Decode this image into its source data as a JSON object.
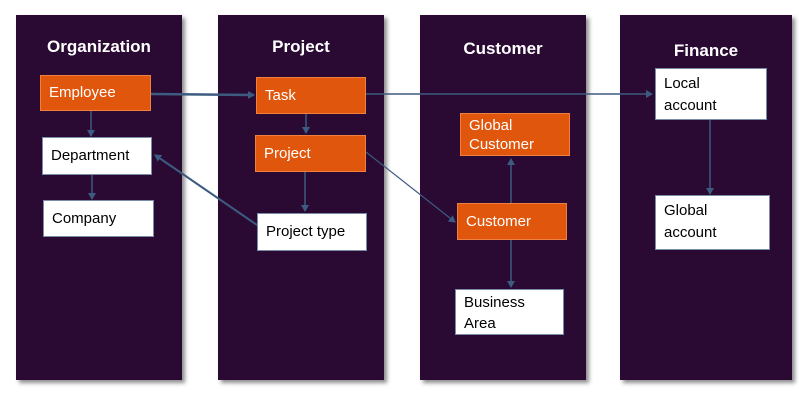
{
  "columns": {
    "organization": {
      "title": "Organization"
    },
    "project": {
      "title": "Project"
    },
    "customer": {
      "title": "Customer"
    },
    "finance": {
      "title": "Finance"
    }
  },
  "nodes": {
    "employee": "Employee",
    "department": "Department",
    "company": "Company",
    "task": "Task",
    "project": "Project",
    "project_type": "Project type",
    "global_customer_line1": "Global",
    "global_customer_line2": "Customer",
    "customer": "Customer",
    "business_area_line1": "Business",
    "business_area_line2": "Area",
    "local_account_line1": "Local",
    "local_account_line2": "account",
    "global_account_line1": "Global",
    "global_account_line2": "account"
  },
  "colors": {
    "column_bg": "#2a0a33",
    "node_orange": "#e0560d",
    "node_white": "#ffffff",
    "connector": "#3d5a80"
  }
}
